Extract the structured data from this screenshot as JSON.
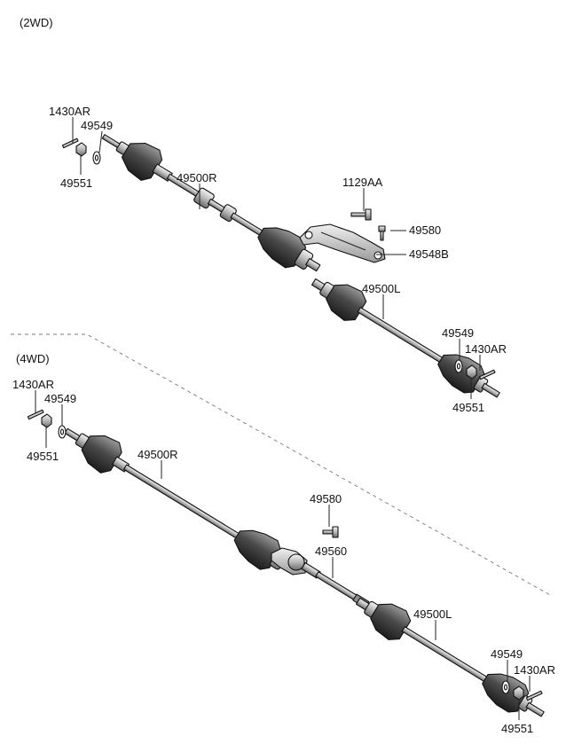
{
  "sections": {
    "top": "(2WD)",
    "bottom": "(4WD)"
  },
  "labels": {
    "top_1430AR_left": "1430AR",
    "top_49549_left": "49549",
    "top_49551_left": "49551",
    "top_49500R": "49500R",
    "top_1129AA": "1129AA",
    "top_49580": "49580",
    "top_49548B": "49548B",
    "top_49500L": "49500L",
    "top_49549_right": "49549",
    "top_1430AR_right": "1430AR",
    "top_49551_right": "49551",
    "bot_1430AR_left": "1430AR",
    "bot_49549_left": "49549",
    "bot_49551_left": "49551",
    "bot_49500R": "49500R",
    "bot_49580": "49580",
    "bot_49560": "49560",
    "bot_49500L": "49500L",
    "bot_49549_right": "49549",
    "bot_1430AR_right": "1430AR",
    "bot_49551_right": "49551"
  }
}
